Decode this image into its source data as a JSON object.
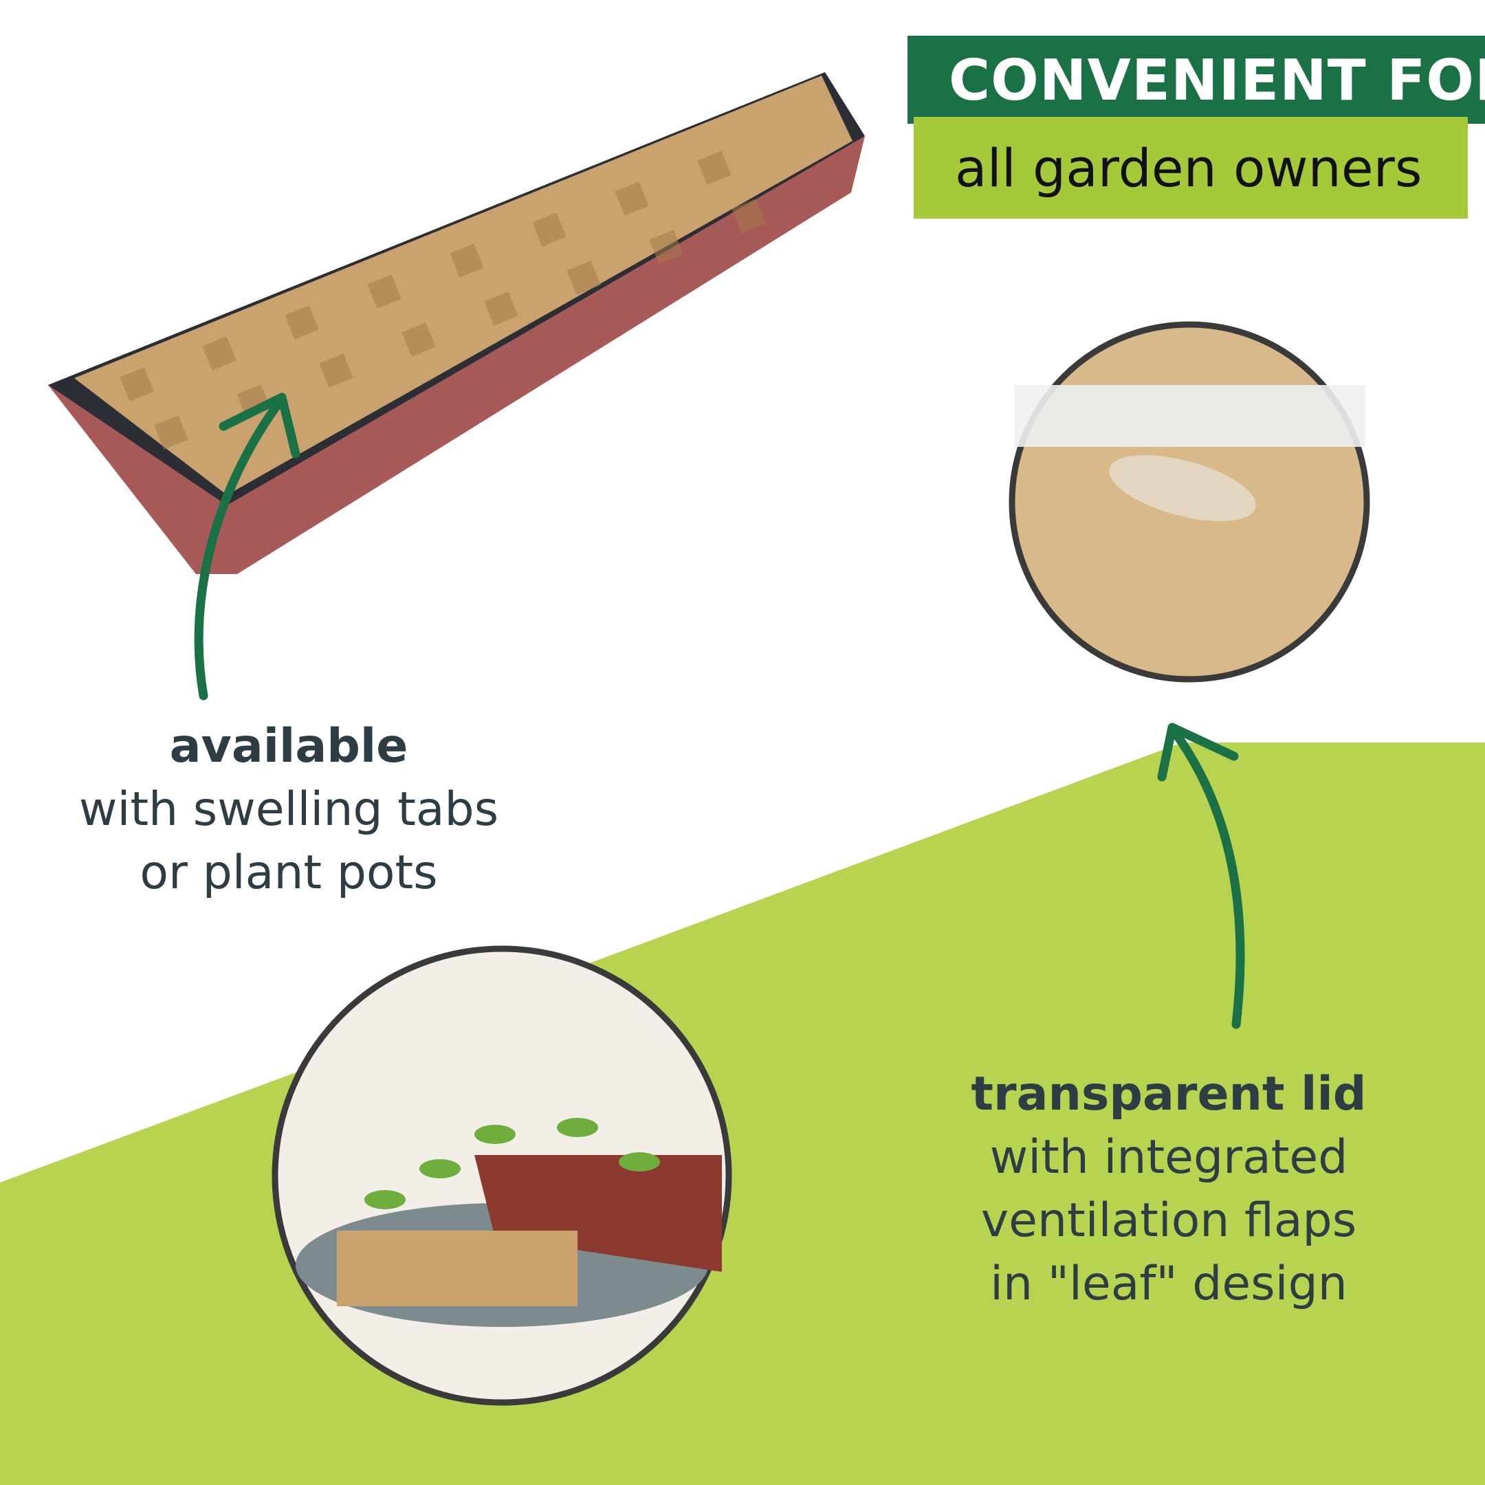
{
  "banner": {
    "heading": "CONVENIENT FOR",
    "subheading": "all garden owners"
  },
  "callouts": {
    "left": {
      "title": "available",
      "lines": [
        "with swelling tabs",
        "or plant pots"
      ]
    },
    "right": {
      "title": "transparent lid",
      "lines": [
        "with integrated",
        "ventilation flaps",
        "in \"leaf\" design"
      ]
    }
  },
  "colors": {
    "dark_green": "#1a7145",
    "lime_green": "#a6c93a",
    "background_lime": "#b8d350",
    "text_dark": "#2e3d43",
    "tray_red": "#a85a58",
    "peat": "#c9a26e"
  }
}
